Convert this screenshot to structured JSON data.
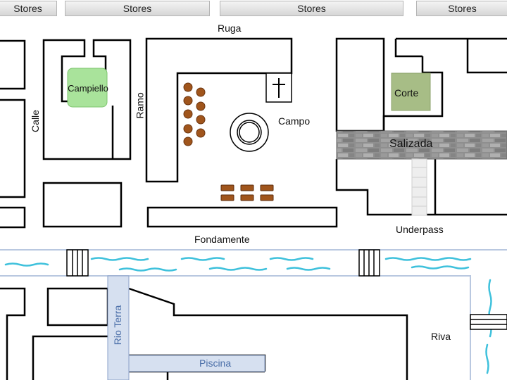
{
  "stores": {
    "label": "Stores"
  },
  "labels": {
    "ruga": "Ruga",
    "calle": "Calle",
    "ramo": "Ramo",
    "campiello": "Campiello",
    "campo": "Campo",
    "corte": "Corte",
    "salizada": "Salizada",
    "underpass": "Underpass",
    "fondamente": "Fondamente",
    "rio_terra": "Rio Terra",
    "piscina": "Piscina",
    "riva": "Riva"
  },
  "colors": {
    "building_stroke": "#000000",
    "campiello_fill": "#a9e39b",
    "corte_fill": "#a7bd86",
    "water": "#3fc1dc",
    "canal_outline": "#b9c8e0",
    "rio_terra_fill": "#d6e0f0",
    "tree": "#a0551c",
    "bench": "#8a3a10",
    "salizada_stone": "#8d8d8d"
  },
  "icons": [
    "church-cross-icon",
    "well-icon",
    "tree-icon",
    "bench-icon",
    "bridge-icon"
  ]
}
